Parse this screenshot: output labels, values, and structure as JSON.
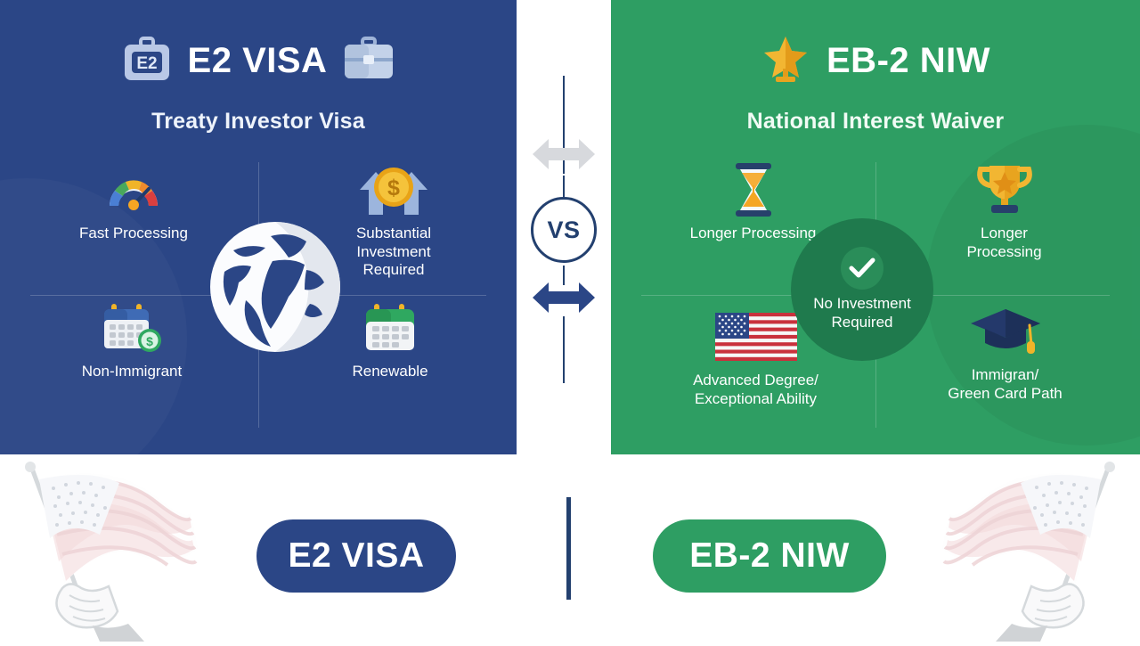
{
  "colors": {
    "navy": "#2b4686",
    "green": "#2e9e63",
    "dark_green_circle": "#1f7a4d",
    "vs_outline": "#23406f",
    "white": "#ffffff"
  },
  "left_panel": {
    "badge_icon": "e2-briefcase-badge-icon",
    "badge_text": "E2",
    "title": "E2 VISA",
    "trailing_icon": "briefcase-icon",
    "subtitle": "Treaty Investor Visa",
    "center_icon": "globe-icon",
    "features": [
      {
        "position": "top-left",
        "icon": "speedometer-icon",
        "label": "Fast Processing"
      },
      {
        "position": "top-right",
        "icon": "coin-up-arrows-icon",
        "label": "Substantial\nInvestment\nRequired"
      },
      {
        "position": "bottom-left",
        "icon": "calendar-dollar-icon",
        "label": "Non-Immigrant"
      },
      {
        "position": "bottom-right",
        "icon": "calendar-green-icon",
        "label": "Renewable"
      }
    ],
    "pill_label": "E2 VISA"
  },
  "right_panel": {
    "badge_icon": "gold-star-trophy-icon",
    "title": "EB-2 NIW",
    "subtitle": "National Interest Waiver",
    "center": {
      "icon": "check-circle-icon",
      "label": "No Investment\nRequired"
    },
    "features": [
      {
        "position": "top-left",
        "icon": "hourglass-icon",
        "label": "Longer Processing"
      },
      {
        "position": "top-right",
        "icon": "trophy-icon",
        "label": "Longer\nProcessing"
      },
      {
        "position": "bottom-left",
        "icon": "us-flag-icon",
        "label": "Advanced Degree/\nExceptional Ability"
      },
      {
        "position": "bottom-right",
        "icon": "graduation-cap-icon",
        "label": "Immigran/\nGreen Card Path"
      }
    ],
    "pill_label": "EB-2 NIW"
  },
  "divider": {
    "vs_label": "VS",
    "top_arrow_icon": "double-arrow-gray-icon",
    "bottom_arrow_icon": "double-arrow-navy-icon"
  },
  "footer": {
    "left_art_icon": "hand-holding-us-flag-icon",
    "right_art_icon": "hand-holding-us-flag-icon"
  }
}
